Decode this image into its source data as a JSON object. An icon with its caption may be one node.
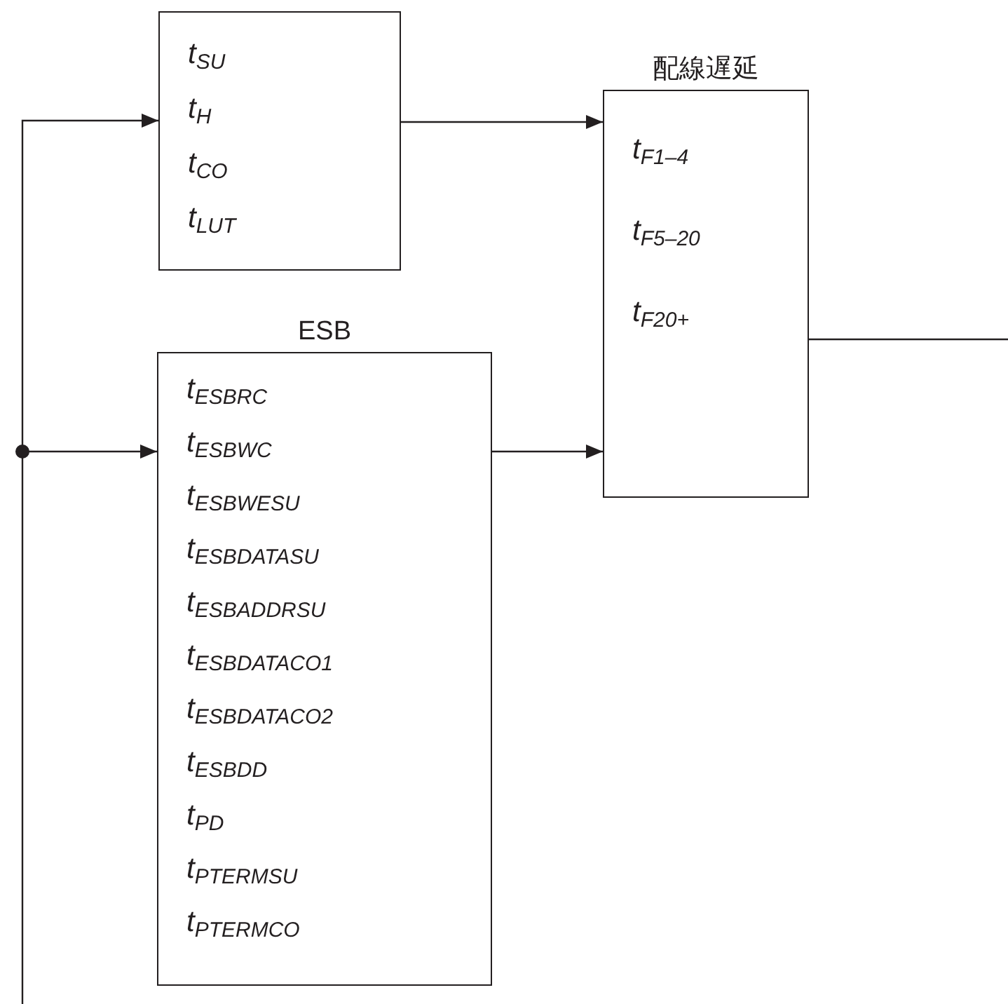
{
  "diagram": {
    "nodes": [
      {
        "text": [
          "t$_{SU}$",
          "t$_{H}$",
          "t$_{CO}$",
          "t$_{LUT}$"
        ]
      },
      {
        "text": [
          "ESB",
          "t$_{ESBRC}$",
          "t$_{ESBWC}$",
          "t$_{ESBWESU}$",
          "t$_{ESBDATASU}$",
          "t$_{ESBADDRSU}$",
          "t$_{ESBDATACO1}$",
          "t$_{ESBDATACO2}$",
          "t$_{ESBDD}$",
          "t$_{PD}$",
          "t$_{PTERMSU}$",
          "t$_{PTERMCO}$"
        ]
      },
      {
        "text": [
          "配線遅延",
          "t$_{F1–4}$",
          "t$_{F5–20}$",
          "t$_{F20+}$"
        ]
      }
    ],
    "edges": [
      {
        "from": null,
        "to": 0,
        "arrow": "to"
      },
      {
        "from": null,
        "to": 1,
        "arrow": "to"
      },
      {
        "from": 0,
        "to": 2,
        "arrow": "to"
      },
      {
        "from": 1,
        "to": 2,
        "arrow": "to"
      },
      {
        "from": 2,
        "to": null,
        "arrow": "none"
      }
    ]
  }
}
